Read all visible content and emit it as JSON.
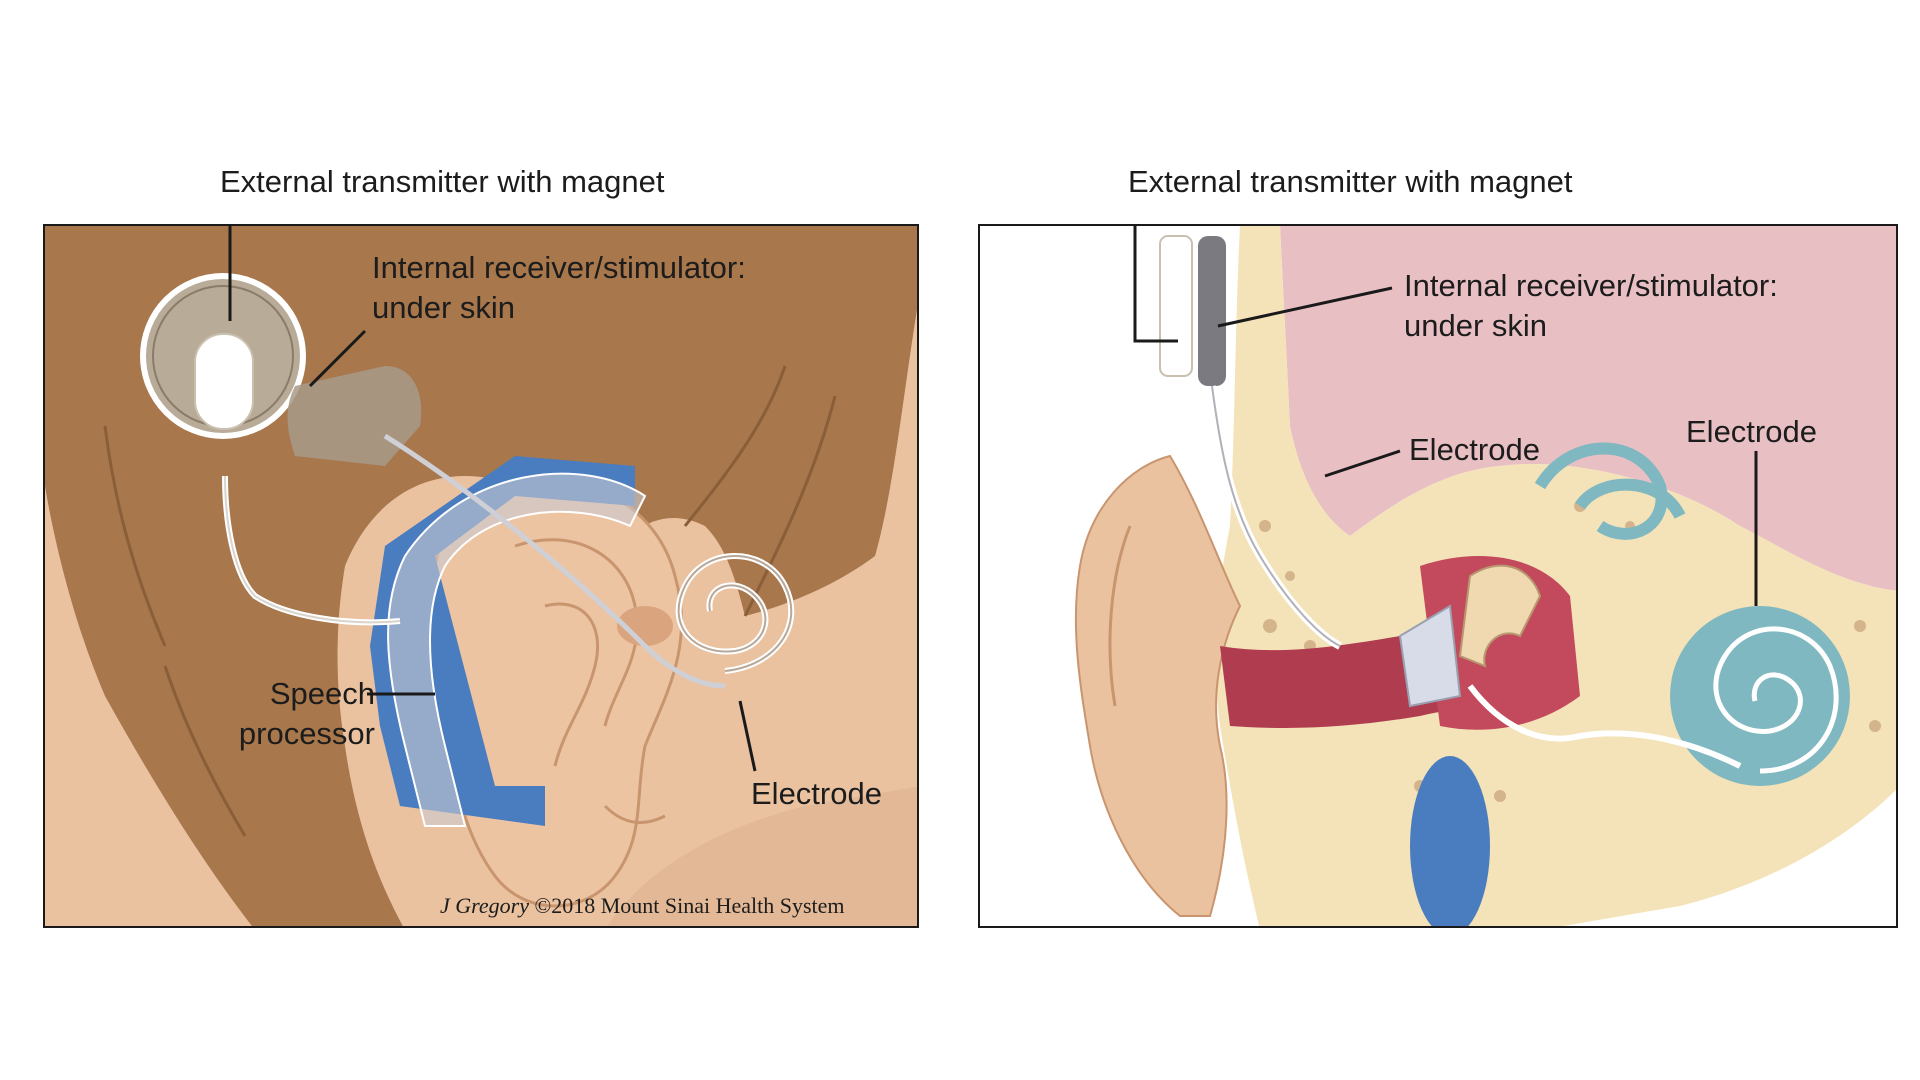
{
  "left": {
    "labels": {
      "external_transmitter": "External transmitter with magnet",
      "internal_receiver_line1": "Internal receiver/stimulator:",
      "internal_receiver_line2": "under skin",
      "speech_line1": "Speech",
      "speech_line2": "processor",
      "electrode": "Electrode"
    },
    "credit_author": "J Gregory",
    "credit_rest": "©2018 Mount Sinai Health System"
  },
  "right": {
    "labels": {
      "external_transmitter": "External transmitter with magnet",
      "internal_receiver_line1": "Internal receiver/stimulator:",
      "internal_receiver_line2": "under skin",
      "electrode_left": "Electrode",
      "electrode_right": "Electrode"
    }
  },
  "colors": {
    "hair": "#a8774c",
    "skin": "#eac2a0",
    "processor": "#4a7cc0",
    "device_gray": "#a89a88",
    "bone": "#f4e3b8",
    "tissue_pink": "#e8c0c4",
    "canal_red": "#b03c50",
    "cochlea_teal": "#7fb8c0"
  }
}
